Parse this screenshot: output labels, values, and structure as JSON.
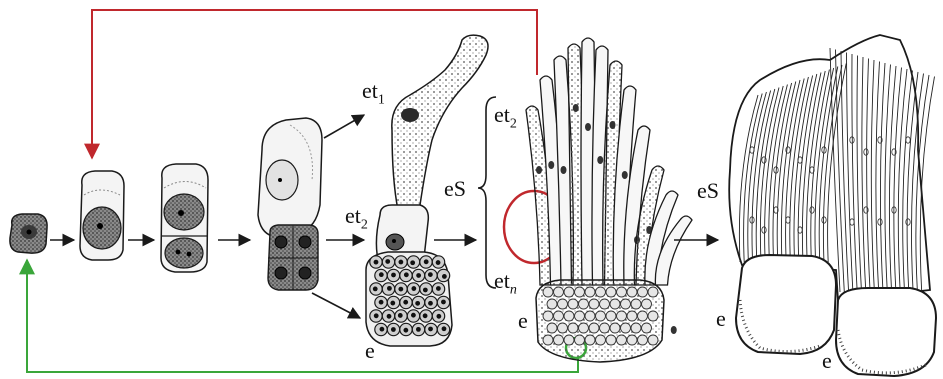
{
  "labels": {
    "et1_main": "et",
    "et1_sub": "1",
    "et2_main": "et",
    "et2_sub": "2",
    "et2b_main": "et",
    "et2b_sub": "2",
    "etn_main": "et",
    "etn_sub": "n",
    "eS_left": "eS",
    "eS_right": "eS",
    "e_stage5": "e",
    "e_stage6": "e",
    "e_stage7a": "e",
    "e_stage7b": "e"
  },
  "colors": {
    "ink": "#1a1a1a",
    "red_loop": "#c0282d",
    "green_loop": "#3aa63a",
    "cell_fill": "#f4f4f4",
    "nucleus_dark": "#2a2a2a",
    "shaded": "#9a9a9a"
  }
}
